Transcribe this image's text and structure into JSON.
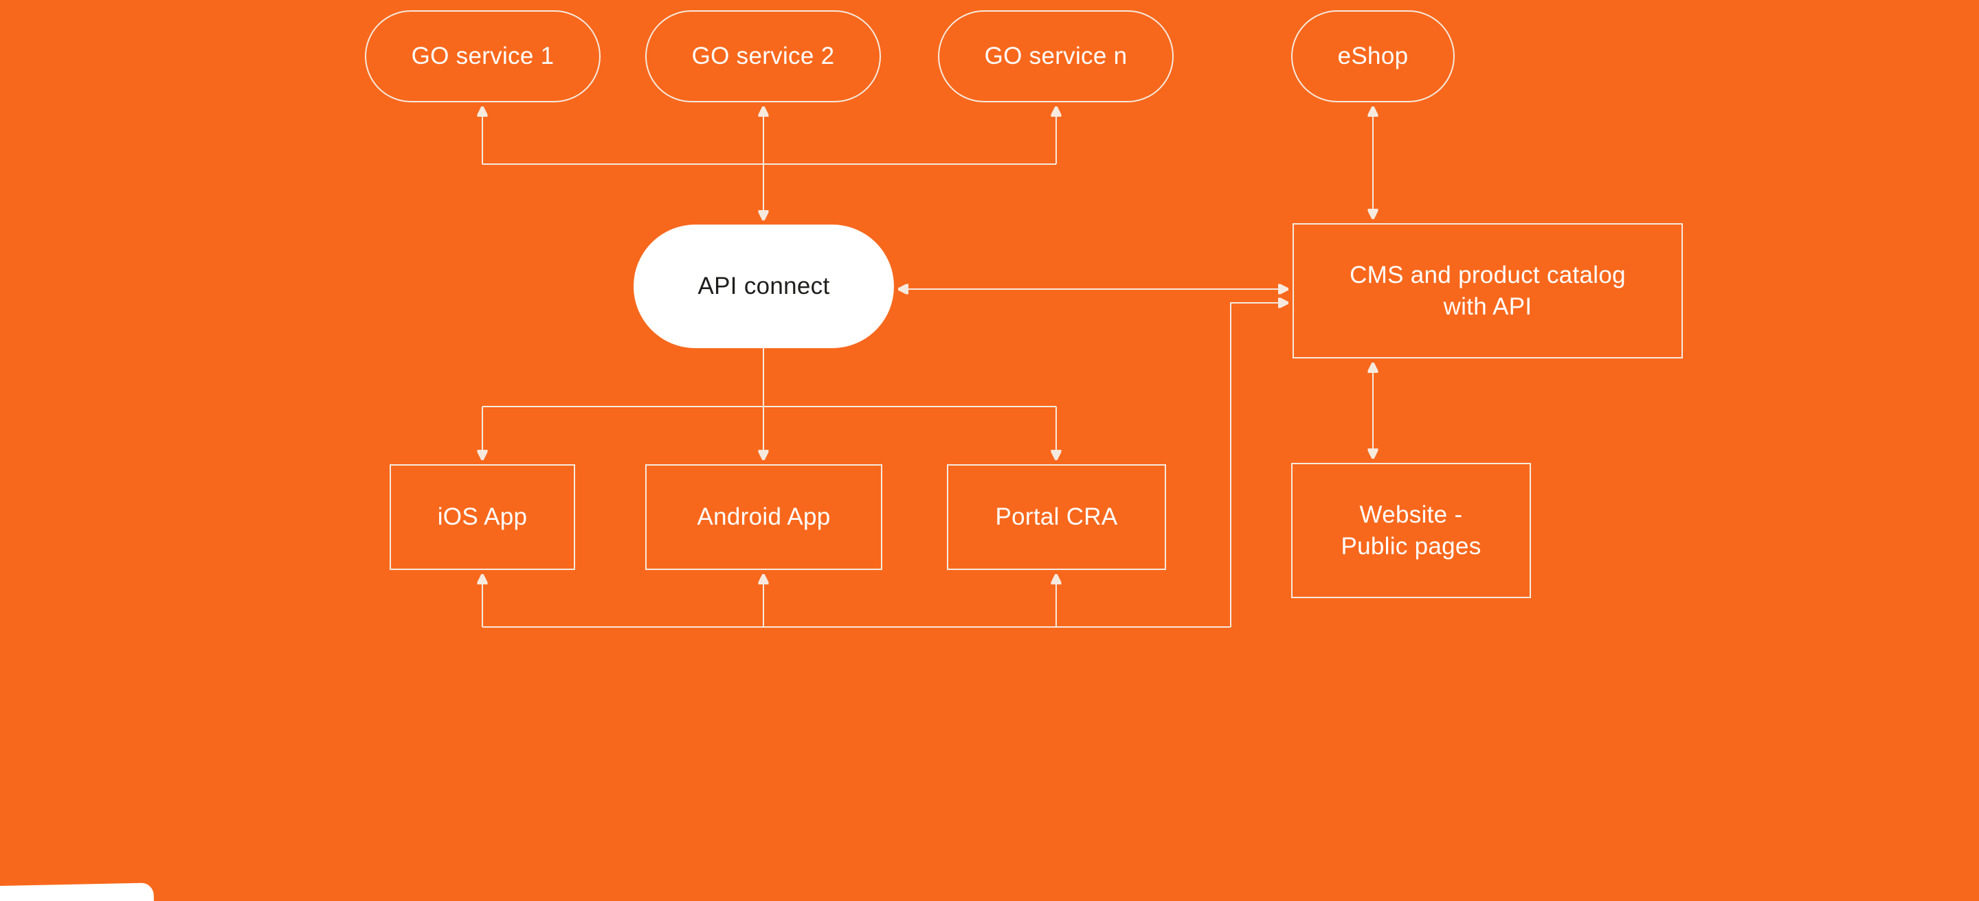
{
  "canvas": {
    "background": "#F8681C",
    "line_color": "#F6EADF",
    "text_color": "#FFFFFF",
    "api_pill_background": "#FFFFFF",
    "api_pill_text": "#1E1E1C"
  },
  "nodes": {
    "go1": {
      "label": "GO service 1"
    },
    "go2": {
      "label": "GO service 2"
    },
    "gon": {
      "label": "GO service n"
    },
    "eshop": {
      "label": "eShop"
    },
    "api": {
      "label": "API connect"
    },
    "cms": {
      "label": "CMS and product catalog\nwith API"
    },
    "ios": {
      "label": "iOS App"
    },
    "android": {
      "label": "Android App"
    },
    "portal": {
      "label": "Portal CRA"
    },
    "website": {
      "label": "Website -\nPublic pages"
    }
  },
  "edges": [
    {
      "from": "top-bus",
      "to": "go-service-1",
      "arrow": "end"
    },
    {
      "from": "top-bus",
      "to": "go-service-2",
      "arrow": "end"
    },
    {
      "from": "top-bus",
      "to": "go-service-n",
      "arrow": "end"
    },
    {
      "from": "top-bus",
      "to": "api-connect",
      "arrow": "end"
    },
    {
      "from": "eshop",
      "to": "cms",
      "arrow": "both"
    },
    {
      "from": "api-connect",
      "to": "cms",
      "arrow": "both"
    },
    {
      "from": "cms",
      "to": "website",
      "arrow": "both"
    },
    {
      "from": "api-connect",
      "to": "mid-bus",
      "arrow": "none"
    },
    {
      "from": "mid-bus",
      "to": "ios-app",
      "arrow": "end"
    },
    {
      "from": "mid-bus",
      "to": "android-app",
      "arrow": "end"
    },
    {
      "from": "mid-bus",
      "to": "portal-cra",
      "arrow": "end"
    },
    {
      "from": "bottom-bus",
      "to": "ios-app",
      "arrow": "end"
    },
    {
      "from": "bottom-bus",
      "to": "android-app",
      "arrow": "end"
    },
    {
      "from": "bottom-bus",
      "to": "portal-cra",
      "arrow": "end"
    },
    {
      "from": "bottom-bus",
      "to": "cms",
      "arrow": "end"
    }
  ]
}
